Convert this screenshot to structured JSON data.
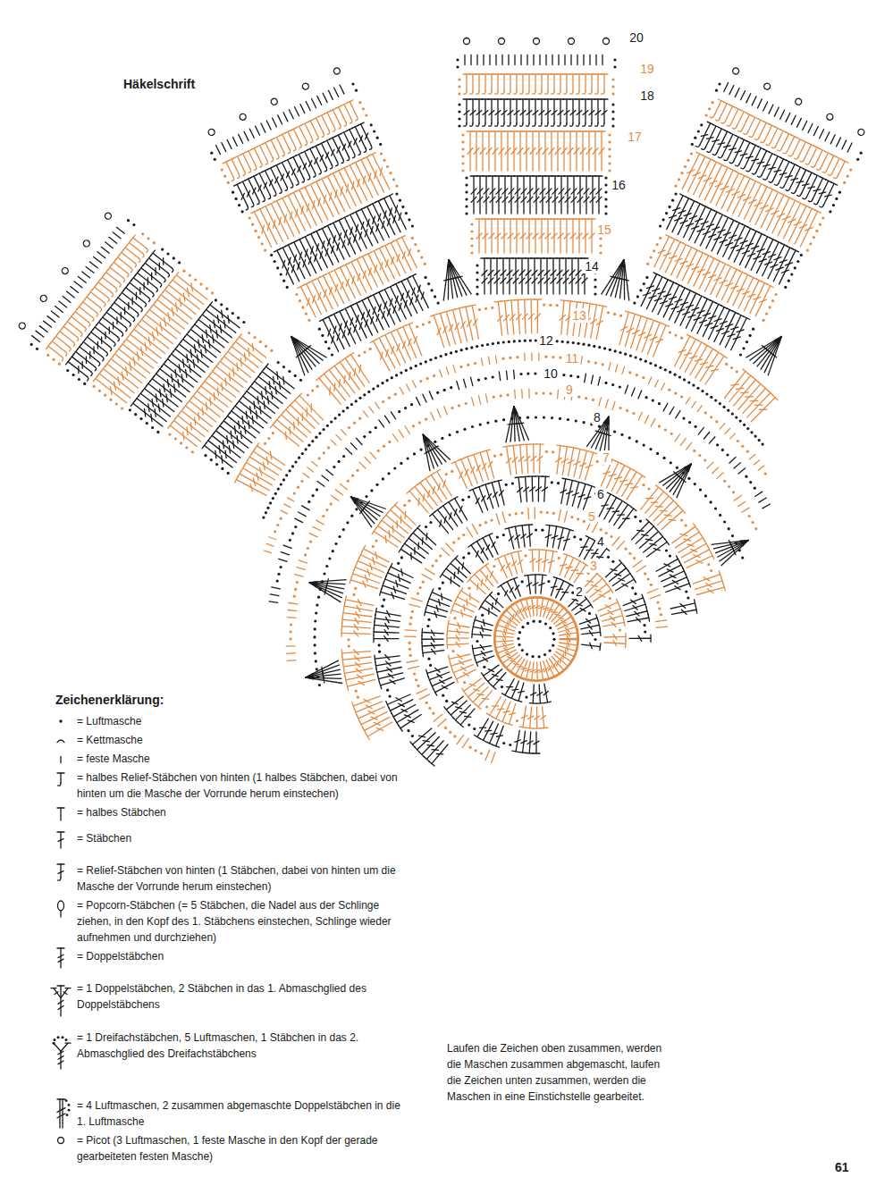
{
  "diagram": {
    "title": "Häkelschrift",
    "labels": [
      "Zeichenerklärung:",
      "2",
      "3",
      "4",
      "5",
      "6",
      "7",
      "8",
      "9",
      "10",
      "11",
      "12",
      "13",
      "14",
      "15",
      "16",
      "17",
      "18",
      "19",
      "20",
      "Laufen die Zeichen oben zusammen, werden die Maschen zusammen abgemascht, laufen die Zeichen unten zusammen, werden die Maschen in eine Einstichstelle gearbeitet.",
      "61"
    ],
    "legend": [
      {
        "text": "= Luftmasche"
      },
      {
        "text": "= Kettmasche"
      },
      {
        "text": "= feste Masche"
      },
      {
        "text": "= halbes Relief-Stäbchen von hinten (1 halbes Stäbchen, dabei von hinten um die Masche der Vorrunde herum einstechen)"
      },
      {
        "text": "= halbes Stäbchen"
      },
      {
        "text": "= Stäbchen"
      },
      {
        "text": "= Relief-Stäbchen von hinten (1 Stäbchen, dabei von hinten um die Masche der Vorrunde herum einstechen)"
      },
      {
        "text": "= Popcorn-Stäbchen (= 5 Stäbchen, die Nadel aus der Schlinge ziehen, in den Kopf des 1. Stäbchens einstechen, Schlinge wieder aufnehmen und durchziehen)"
      },
      {
        "text": "= Doppelstäbchen"
      },
      {
        "text": "= 1 Doppelstäbchen, 2 Stäbchen in das 1. Abmaschglied des Doppelstäbchens"
      },
      {
        "text": "= 1 Dreifachstäbchen, 5 Luftmaschen, 1 Stäbchen in das 2. Abmaschglied des Dreifachstäbchens"
      },
      {
        "text": "= 4 Luftmaschen, 2 zusammen abgemaschte Doppelstäbchen in die 1. Luftmasche"
      },
      {
        "text": "= Picot (3 Luftmaschen, 1 feste Masche in den Kopf der gerade gearbeiteten festen Masche)"
      }
    ]
  }
}
